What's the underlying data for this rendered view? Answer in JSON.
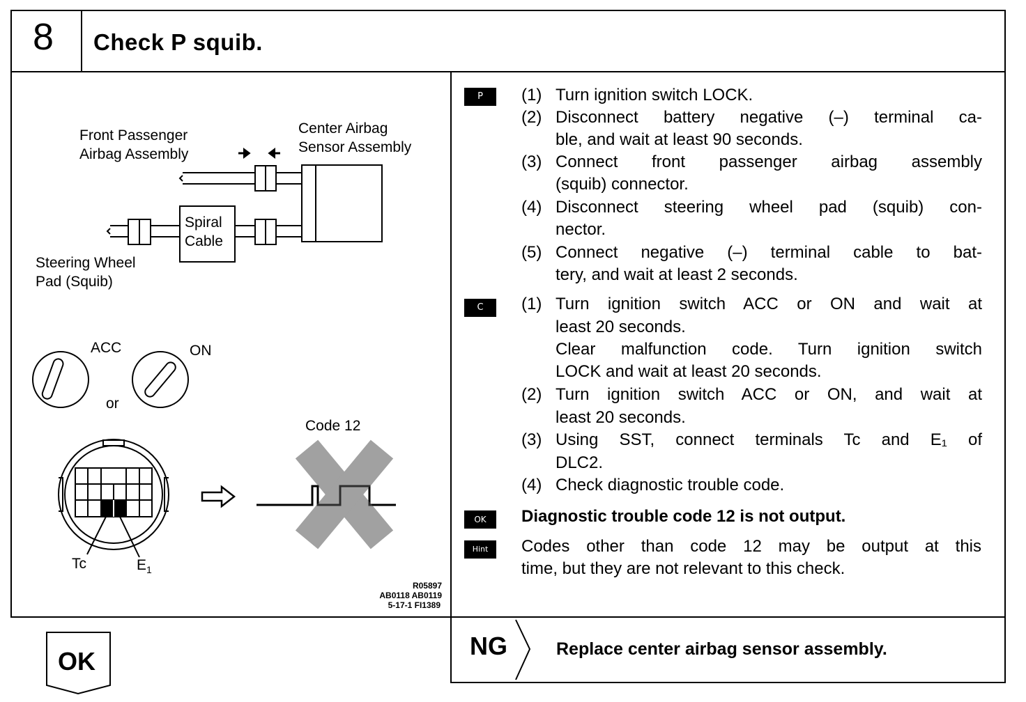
{
  "header": {
    "step_number": "8",
    "title": "Check P squib."
  },
  "diagram": {
    "labels": {
      "front_passenger": [
        "Front Passenger",
        "Airbag Assembly"
      ],
      "center_sensor": [
        "Center Airbag",
        "Sensor Assembly"
      ],
      "spiral_cable": [
        "Spiral",
        "Cable"
      ],
      "steering_pad": [
        "Steering Wheel",
        "Pad (Squib)"
      ],
      "acc": "ACC",
      "on": "ON",
      "or": "or",
      "code": "Code 12",
      "tc": "Tc",
      "e1": "E",
      "e1_sub": "1"
    },
    "ref_codes": [
      "R05897",
      "AB0118 AB0119",
      "5-17-1 FI1389"
    ]
  },
  "instructions": {
    "p_badge": "P",
    "p_steps": [
      {
        "num": "(1)",
        "lines": [
          "Turn ignition switch LOCK."
        ]
      },
      {
        "num": "(2)",
        "lines": [
          "Disconnect battery negative (–) terminal ca-",
          "ble, and wait at least 90 seconds."
        ]
      },
      {
        "num": "(3)",
        "lines": [
          "Connect front passenger airbag assembly",
          "(squib) connector."
        ]
      },
      {
        "num": "(4)",
        "lines": [
          "Disconnect steering wheel pad (squib) con-",
          "nector."
        ]
      },
      {
        "num": "(5)",
        "lines": [
          "Connect negative (–) terminal cable to bat-",
          "tery, and wait at least 2 seconds."
        ]
      }
    ],
    "c_badge": "C",
    "c_steps": [
      {
        "num": "(1)",
        "lines": [
          "Turn ignition switch ACC or ON and wait at",
          "least 20 seconds.",
          "Clear malfunction code. Turn ignition switch",
          "LOCK and wait at least 20 seconds."
        ]
      },
      {
        "num": "(2)",
        "lines": [
          "Turn ignition switch ACC or ON, and wait at",
          "least 20 seconds."
        ]
      },
      {
        "num": "(3)",
        "lines": [
          "Using SST, connect terminals Tc and E₁ of",
          "DLC2."
        ]
      },
      {
        "num": "(4)",
        "lines": [
          "Check diagnostic trouble code."
        ]
      }
    ],
    "ok_badge": "OK",
    "ok_text": "Diagnostic trouble code 12 is not output.",
    "hint_badge": "Hint",
    "hint_lines": [
      "Codes other than code 12 may be output at this",
      "time, but they are not relevant to this check."
    ]
  },
  "footer": {
    "ng_label": "NG",
    "ng_text": "Replace center airbag sensor assembly.",
    "ok_label": "OK"
  }
}
